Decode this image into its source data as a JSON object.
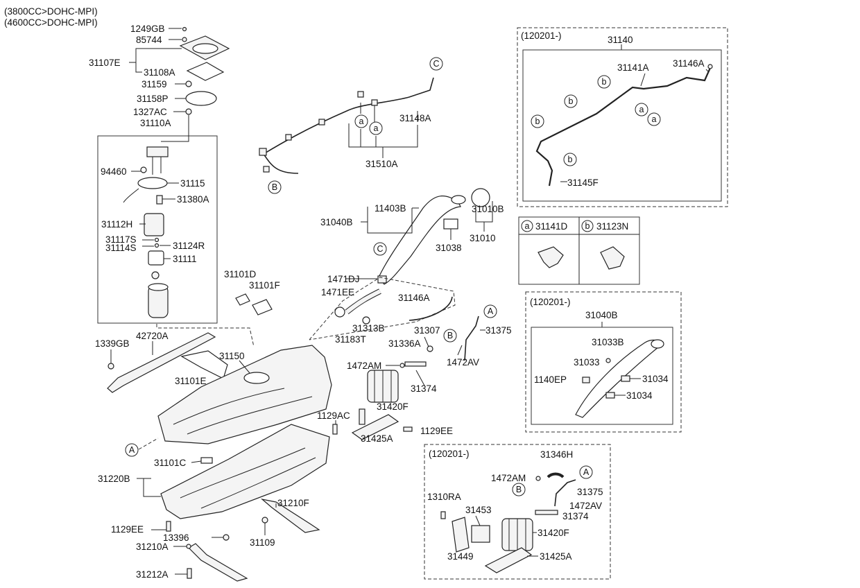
{
  "header": {
    "line1": "(3800CC>DOHC-MPI)",
    "line2": "(4600CC>DOHC-MPI)"
  },
  "labels": {
    "p1249GB": "1249GB",
    "p85744": "85744",
    "p31107E": "31107E",
    "p31108A": "31108A",
    "p31159": "31159",
    "p31158P": "31158P",
    "p1327AC": "1327AC",
    "p31110A": "31110A",
    "p94460": "94460",
    "p31115": "31115",
    "p31380A": "31380A",
    "p31112H": "31112H",
    "p31117S": "31117S",
    "p31114S": "31114S",
    "p31124R": "31124R",
    "p31111": "31111",
    "p31101D": "31101D",
    "p31101F": "31101F",
    "p1339GB": "1339GB",
    "p42720A": "42720A",
    "p31150": "31150",
    "p31101E": "31101E",
    "p31101C": "31101C",
    "p31220B": "31220B",
    "p1129EE": "1129EE",
    "p13396": "13396",
    "p31210A": "31210A",
    "p31212A": "31212A",
    "p31109": "31109",
    "p31210F": "31210F",
    "p31148A": "31148A",
    "p31510A": "31510A",
    "p11403B": "11403B",
    "p31040B": "31040B",
    "p31010B": "31010B",
    "p31038": "31038",
    "p31010": "31010",
    "p1471DJ": "1471DJ",
    "p1471EE": "1471EE",
    "p31146A": "31146A",
    "p31313B": "31313B",
    "p31183T": "31183T",
    "p31307": "31307",
    "p31375": "31375",
    "p31336A": "31336A",
    "p1472AM": "1472AM",
    "p1472AV": "1472AV",
    "p31374": "31374",
    "p31420F": "31420F",
    "p1129AC": "1129AC",
    "p1129EE2": "1129EE",
    "p31425A": "31425A"
  },
  "callouts": {
    "A": "A",
    "B": "B",
    "C": "C",
    "a": "a",
    "b": "b"
  },
  "panel1": {
    "date": "(120201-)",
    "p31140": "31140",
    "p31141A": "31141A",
    "p31146A": "31146A",
    "p31145F": "31145F"
  },
  "legend": {
    "a_part": "31141D",
    "b_part": "31123N"
  },
  "panel2": {
    "date": "(120201-)",
    "p31040B": "31040B",
    "p31033B": "31033B",
    "p31033": "31033",
    "p1140EP": "1140EP",
    "p31034a": "31034",
    "p31034b": "31034"
  },
  "panel3": {
    "date": "(120201-)",
    "p31346H": "31346H",
    "p1472AM": "1472AM",
    "p1310RA": "1310RA",
    "p31375": "31375",
    "p1472AV": "1472AV",
    "p31453": "31453",
    "p31374": "31374",
    "p31420F": "31420F",
    "p31449": "31449",
    "p31425A": "31425A"
  }
}
